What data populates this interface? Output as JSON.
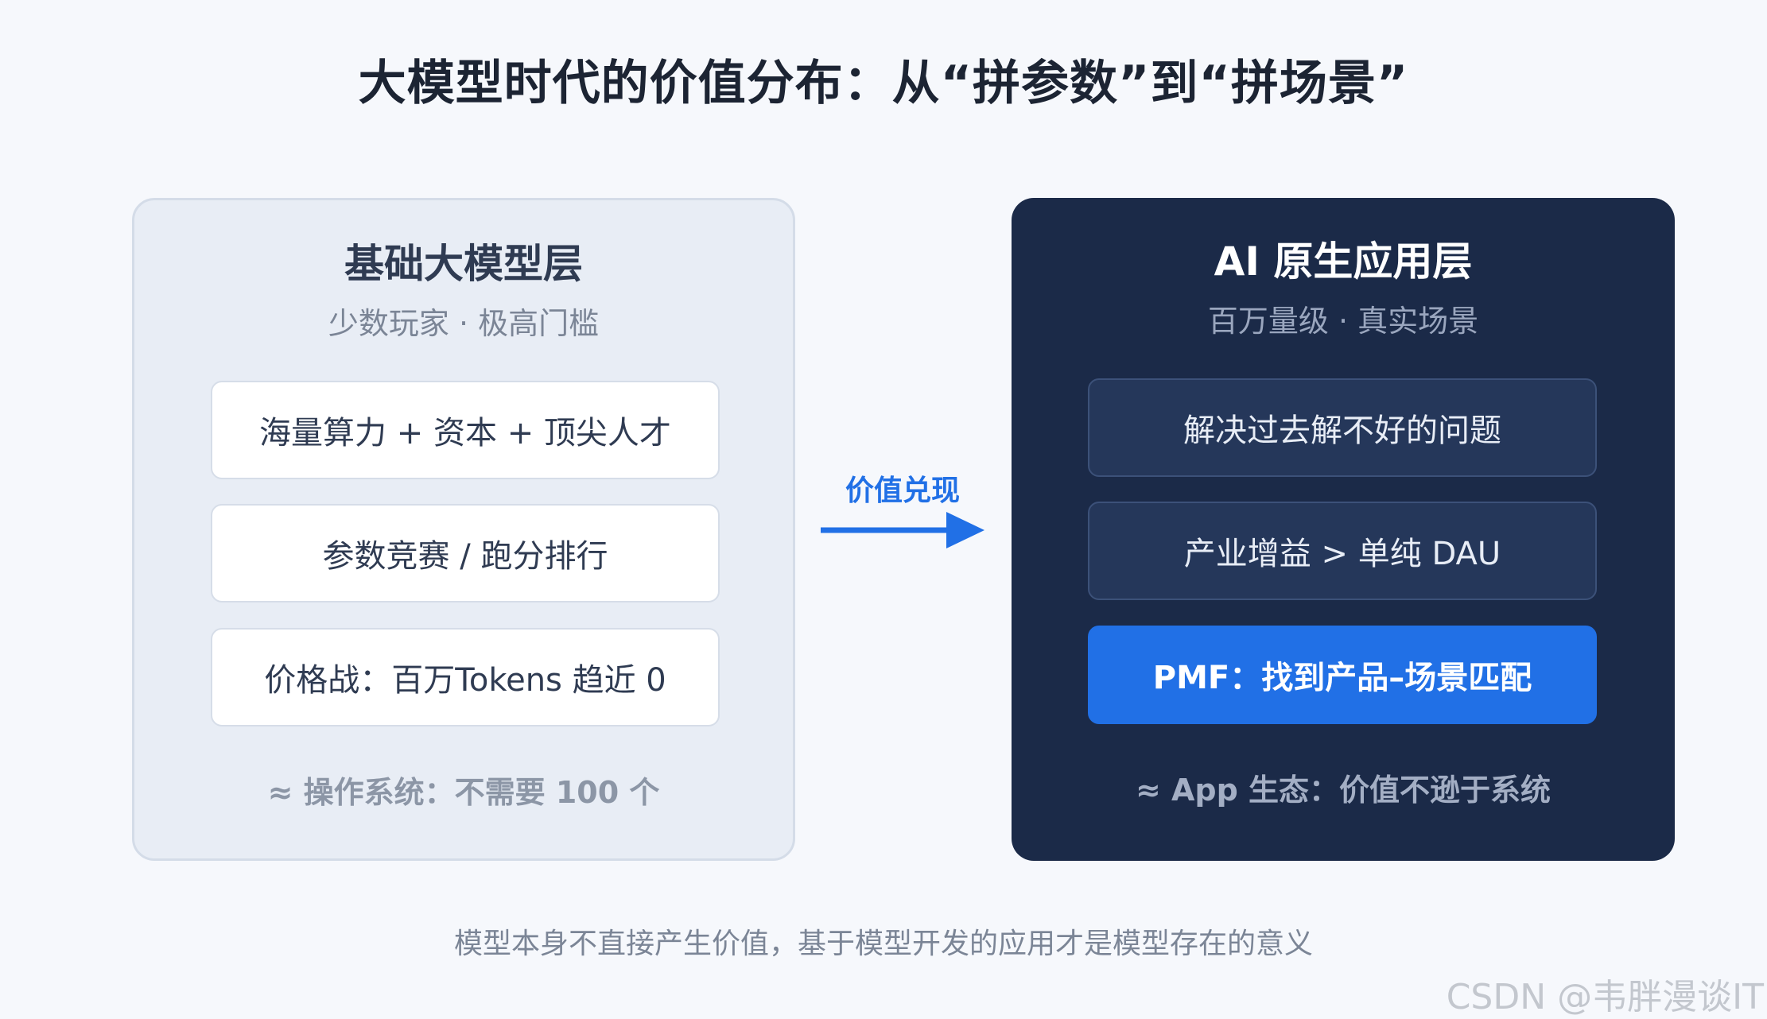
{
  "title": "大模型时代的价值分布：从“拼参数”到“拼场景”",
  "left_panel": {
    "title": "基础大模型层",
    "subtitle": "少数玩家 · 极高门槛",
    "cards": [
      "海量算力 + 资本 + 顶尖人才",
      "参数竞赛 / 跑分排行",
      "价格战：百万Tokens 趋近 0"
    ],
    "footer": "≈ 操作系统：不需要 100 个"
  },
  "arrow": {
    "label": "价值兑现",
    "color": "#2170e6"
  },
  "right_panel": {
    "title": "AI 原生应用层",
    "subtitle": "百万量级 · 真实场景",
    "cards": [
      "解决过去解不好的问题",
      "产业增益 > 单纯 DAU",
      "PMF：找到产品–场景匹配"
    ],
    "footer": "≈ App 生态：价值不逊于系统"
  },
  "caption": "模型本身不直接产生价值，基于模型开发的应用才是模型存在的意义",
  "watermark": "CSDN @韦胖漫谈IT",
  "colors": {
    "accent": "#2170e6",
    "dark_panel": "#1b2a48",
    "light_panel": "#e8edf5"
  }
}
